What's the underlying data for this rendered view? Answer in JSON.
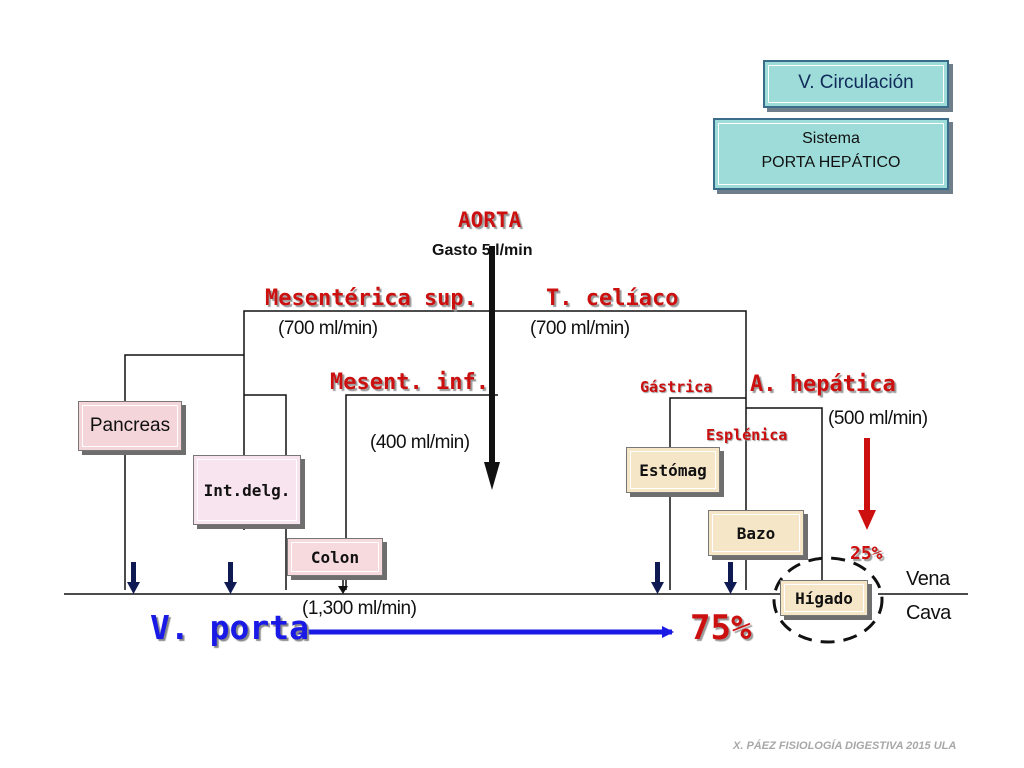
{
  "header": {
    "section_title": "V. Circulación",
    "system_line1": "Sistema",
    "system_line2": "PORTA HEPÁTICO"
  },
  "aorta": {
    "label": "AORTA",
    "flow": "Gasto 5 l/min"
  },
  "branches": {
    "mesenterica_sup": "Mesentérica sup.",
    "mesenterica_sup_flow": "(700 ml/min)",
    "tronco_celiaco": "T. celíaco",
    "tronco_celiaco_flow": "(700 ml/min)",
    "mesent_inf": "Mesent. inf.",
    "mesent_inf_flow": "(400 ml/min)",
    "gastrica": "Gástrica",
    "a_hepatica": "A. hepática",
    "a_hepatica_flow": "(500 ml/min)",
    "esplenica": "Esplénica"
  },
  "organs": {
    "pancreas": "Pancreas",
    "int_delg": "Int.delg.",
    "colon": "Colon",
    "estomago": "Estómag",
    "bazo": "Bazo",
    "higado": "Hígado"
  },
  "vena_cava": {
    "line1": "Vena",
    "line2": "Cava"
  },
  "portal": {
    "label": "V. porta",
    "flow": "(1,300 ml/min)",
    "percent_portal": "75%",
    "percent_hepatic": "25%"
  },
  "footer": "X. PÁEZ   FISIOLOGÍA DIGESTIVA 2015 ULA",
  "colors": {
    "accent_red": "#cc1010",
    "portal_arrow": "#1a1ae6",
    "header_box": "#9ddcd8",
    "pancreas_fill": "#f4d6da",
    "int_delg_fill": "#f8e4ee",
    "colon_fill": "#f6dade",
    "estomago_fill": "#f6e6c8",
    "bazo_fill": "#f6e6c8",
    "higado_fill": "#f6e6c8"
  }
}
